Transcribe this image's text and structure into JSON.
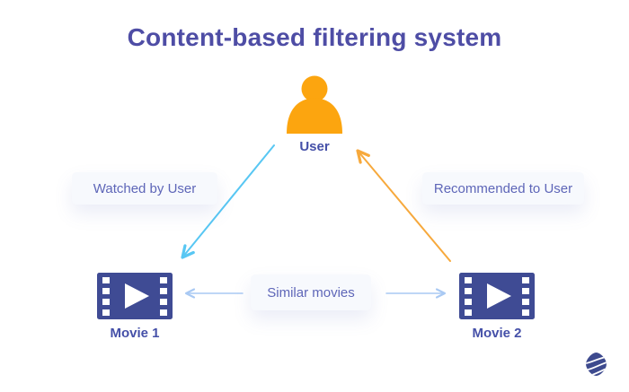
{
  "title": "Content-based filtering system",
  "diagram": {
    "user": {
      "label": "User",
      "icon": "person-icon"
    },
    "movie1": {
      "label": "Movie 1",
      "icon": "film-strip-play-icon"
    },
    "movie2": {
      "label": "Movie 2",
      "icon": "film-strip-play-icon"
    },
    "edge_watched": {
      "label": "Watched by User"
    },
    "edge_recommended": {
      "label": "Recommended to User"
    },
    "edge_similar": {
      "label": "Similar movies"
    }
  },
  "branding": {
    "logo_icon": "swirl-globe-logo-icon"
  },
  "colors": {
    "background": "#FFFFFF",
    "title_text": "#4E4DA5",
    "node_label_text": "#4550A8",
    "card_text": "#5E66B8",
    "card_bg": "#F7F9FD",
    "user_icon": "#FCA50F",
    "watched_arrow": "#58C7F3",
    "recommended_arrow": "#F7A93C",
    "similar_arrow": "#A9C9F3",
    "movie_icon": "#3F4B94",
    "logo": "#3D4A8E"
  }
}
